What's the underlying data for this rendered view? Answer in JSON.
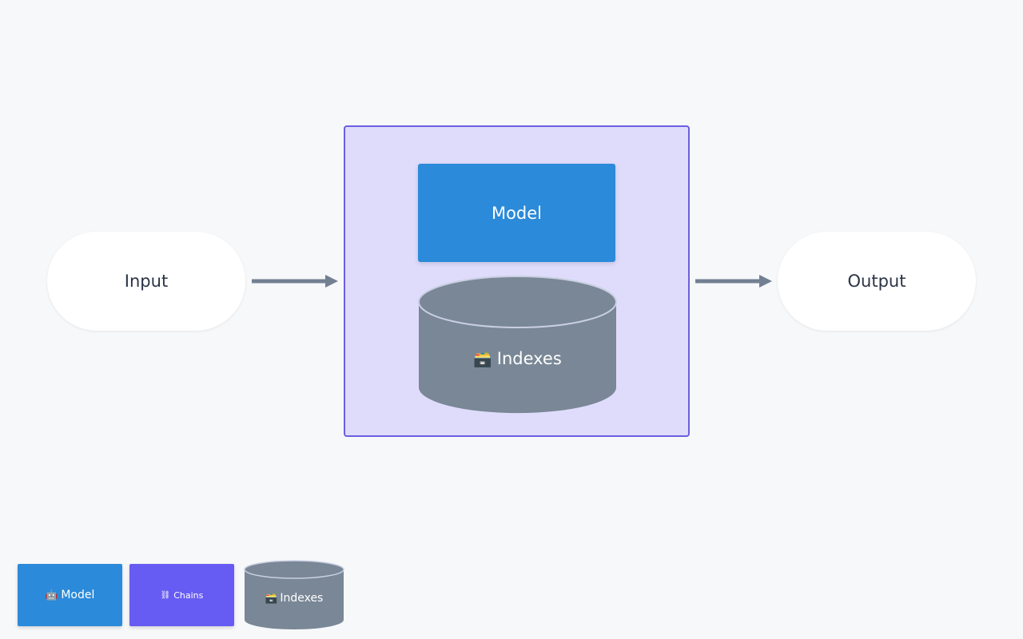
{
  "diagram": {
    "input_label": "Input",
    "output_label": "Output",
    "chain": {
      "model_label": "Model",
      "indexes_icon": "🗃️",
      "indexes_label": "Indexes"
    }
  },
  "legend": {
    "model_icon": "🤖",
    "model_label": "Model",
    "chains_icon": "⛓",
    "chains_label": "Chains",
    "indexes_icon": "🗃️",
    "indexes_label": "Indexes"
  },
  "colors": {
    "background": "#f7f8fa",
    "model": "#2b8ad9",
    "chain_fill": "#dfdcfb",
    "chain_border": "#6b5fe0",
    "chains_legend": "#665bf2",
    "database": "#798796",
    "arrow": "#728092"
  }
}
